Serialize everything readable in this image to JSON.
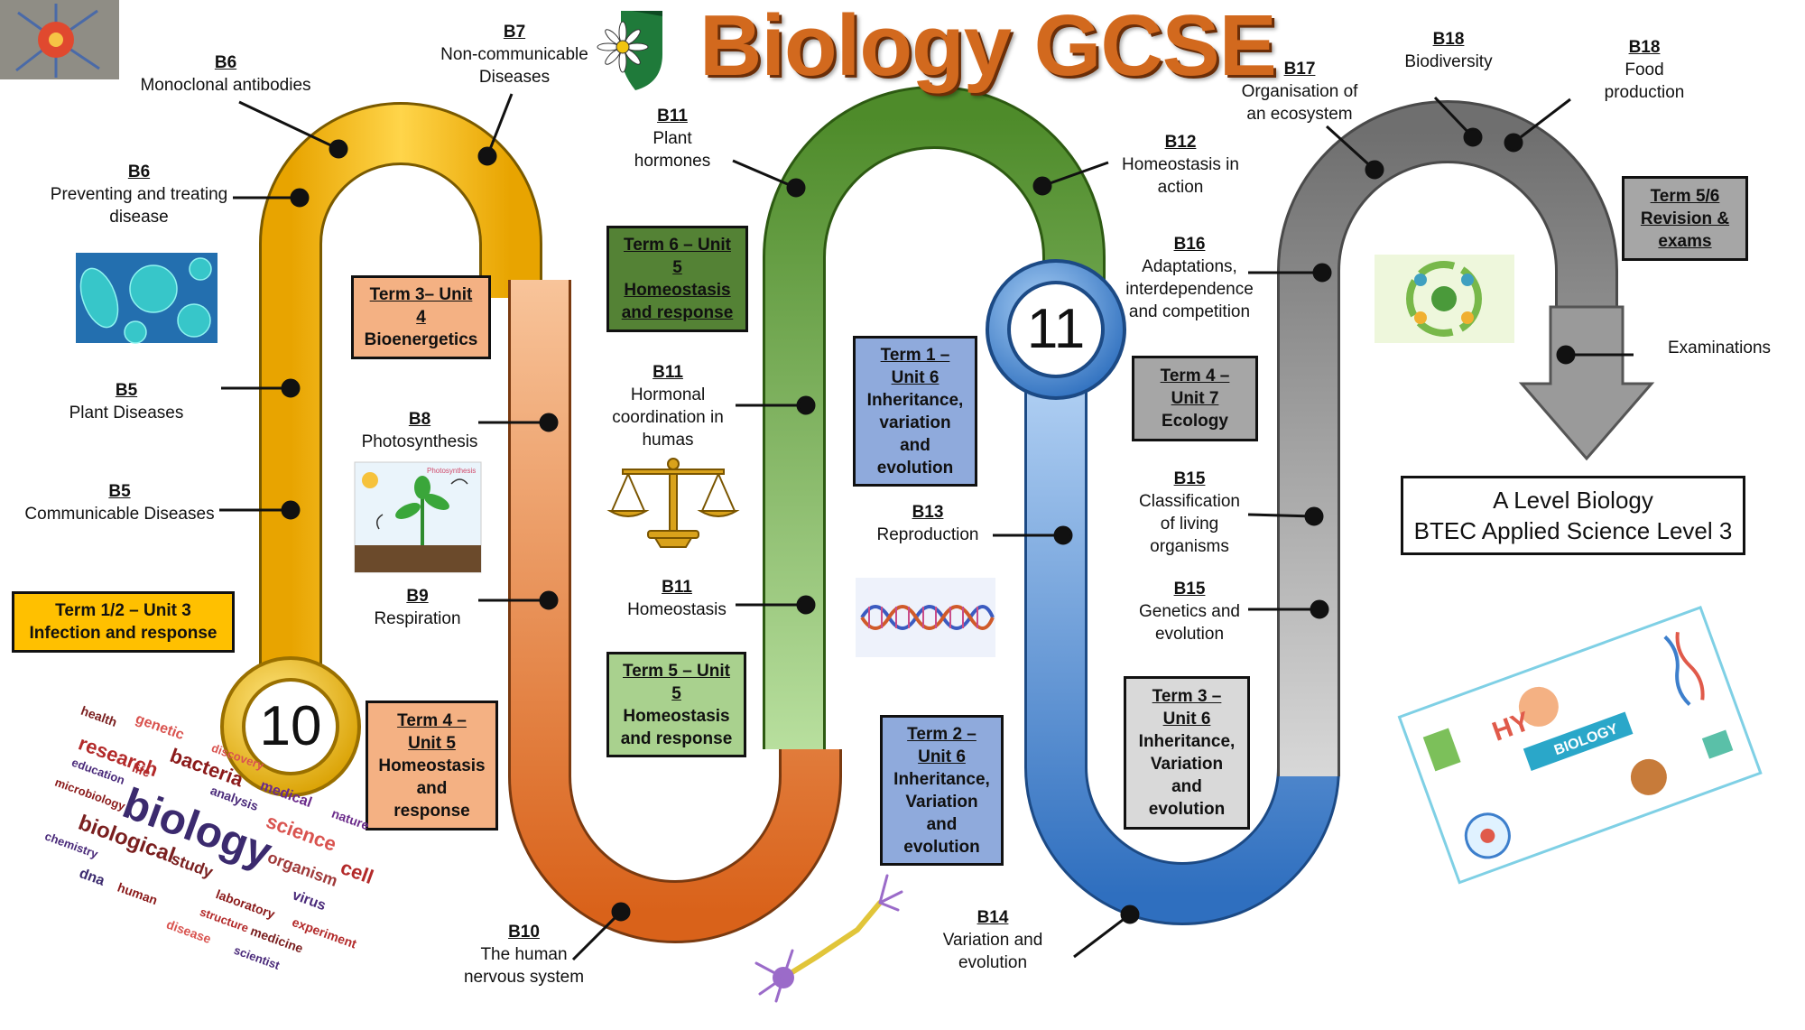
{
  "title": "Biology GCSE",
  "year_markers": {
    "y10": "10",
    "y11": "11"
  },
  "colors": {
    "yellow": "#F5B800",
    "orange": "#E8772E",
    "green": "#5A9B33",
    "blue": "#3D7FCC",
    "grey": "#8A8A8A",
    "term_yellow": "#FFC000",
    "term_orange": "#F4B183",
    "term_green_dark": "#548235",
    "term_green_light": "#A9D18E",
    "term_blue": "#8FAADC",
    "term_grey": "#A6A6A6",
    "title": "#D2691E"
  },
  "topics": {
    "b6_mab": {
      "code": "B6",
      "name": "Monoclonal antibodies"
    },
    "b6_pt": {
      "code": "B6",
      "name": "Preventing and treating\ndisease"
    },
    "b5_pd": {
      "code": "B5",
      "name": "Plant Diseases"
    },
    "b5_cd": {
      "code": "B5",
      "name": "Communicable Diseases"
    },
    "b7": {
      "code": "B7",
      "name": "Non-communicable\nDiseases"
    },
    "b8": {
      "code": "B8",
      "name": "Photosynthesis"
    },
    "b9": {
      "code": "B9",
      "name": "Respiration"
    },
    "b10": {
      "code": "B10",
      "name": "The human\nnervous system"
    },
    "b11_ph": {
      "code": "B11",
      "name": "Plant\nhormones"
    },
    "b11_hc": {
      "code": "B11",
      "name": "Hormonal\ncoordination in\nhumas"
    },
    "b11_h": {
      "code": "B11",
      "name": "Homeostasis"
    },
    "b12": {
      "code": "B12",
      "name": "Homeostasis in\naction"
    },
    "b13": {
      "code": "B13",
      "name": "Reproduction"
    },
    "b14": {
      "code": "B14",
      "name": "Variation and\nevolution"
    },
    "b15_cl": {
      "code": "B15",
      "name": "Classification\nof living\norganisms"
    },
    "b15_ge": {
      "code": "B15",
      "name": "Genetics and\nevolution"
    },
    "b16": {
      "code": "B16",
      "name": "Adaptations,\ninterdependence\nand competition"
    },
    "b17": {
      "code": "B17",
      "name": "Organisation of\nan ecosystem"
    },
    "b18_bd": {
      "code": "B18",
      "name": "Biodiversity"
    },
    "b18_fp": {
      "code": "B18",
      "name": "Food\nproduction"
    },
    "exams": {
      "name": "Examinations"
    }
  },
  "terms": {
    "t12_u3": "Term 1/2 – Unit 3\nInfection and response",
    "t3_u4_title": "Term 3– Unit\n4",
    "t3_u4_name": "Bioenergetics",
    "t4_u5_title": "Term 4 –\nUnit 5",
    "t4_u5_name": "Homeostasis\nand\nresponse",
    "t6_u5": "Term 6 – Unit\n5\nHomeostasis\nand response",
    "t5_u5_title": "Term 5 – Unit\n5",
    "t5_u5_name": "Homeostasis\nand response",
    "t1_u6_title": "Term 1 –\nUnit 6",
    "t1_u6_name": "Inheritance,\nvariation\nand\nevolution",
    "t2_u6_title": "Term 2 –\nUnit 6",
    "t2_u6_name": "Inheritance,\nVariation\nand\nevolution",
    "t3_u6_title": "Term 3 –\nUnit 6",
    "t3_u6_name": "Inheritance,\nVariation\nand\nevolution",
    "t4_u7_title": "Term 4 –\nUnit 7",
    "t4_u7_name": "Ecology",
    "t56": "Term 5/6\nRevision &\nexams"
  },
  "next_steps": {
    "line1": "A Level Biology",
    "line2": "BTEC Applied Science Level 3"
  },
  "wordcloud": {
    "main": "biology",
    "words": [
      "research",
      "biological",
      "science",
      "bacteria",
      "medical",
      "organism",
      "virus",
      "cell",
      "genetic",
      "health",
      "education",
      "microbiology",
      "analysis",
      "study",
      "experiment",
      "nature",
      "laboratory",
      "chemistry",
      "discovery",
      "medicine",
      "dna",
      "human",
      "structure",
      "disease",
      "life",
      "scientist"
    ]
  },
  "icons": {
    "virus": "virus-image-icon",
    "shield": "daisy-shield-logo-icon",
    "bacteria": "bacteria-image-icon",
    "photosynthesis": "photosynthesis-diagram-icon",
    "scales": "balance-scales-icon",
    "dna": "dna-helix-icon",
    "neuron": "neuron-icon",
    "recycle": "recycle-ecology-icon",
    "biology_collage": "biology-collage-icon",
    "wordcloud": "biology-word-cloud-icon"
  },
  "collage_banner": "BIOLOGY"
}
